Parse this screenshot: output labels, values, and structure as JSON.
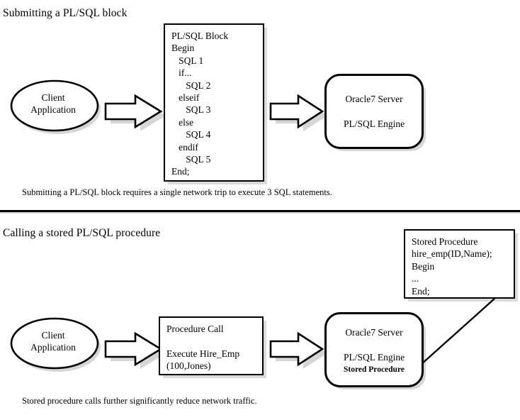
{
  "diagram": {
    "title_top": "Submitting a PL/SQL block",
    "title_bottom": "Calling a stored PL/SQL procedure",
    "caption_top": "Submitting a PL/SQL block requires a single network trip to execute 3 SQL statements.",
    "caption_bottom": "Stored procedure calls further significantly reduce network traffic.",
    "colors": {
      "stroke": "#000000",
      "fill": "#ffffff",
      "shadow": "#d6d6d6"
    }
  },
  "top_section": {
    "client": {
      "line1": "Client",
      "line2": "Application"
    },
    "arrow1": "block-arrow-right",
    "plsql_block": {
      "lines": [
        "PL/SQL Block",
        "Begin",
        "   SQL 1",
        "   if...",
        "      SQL 2",
        "   elseif",
        "      SQL 3",
        "   else",
        "      SQL 4",
        "   endif",
        "      SQL 5",
        "End;"
      ],
      "text": "PL/SQL Block\nBegin\n   SQL 1\n   if...\n      SQL 2\n   elseif\n      SQL 3\n   else\n      SQL 4\n   endif\n      SQL 5\nEnd;"
    },
    "arrow2": "block-arrow-right",
    "server": {
      "line1": "Oracle7 Server",
      "line2": "PL/SQL Engine"
    }
  },
  "bottom_section": {
    "client": {
      "line1": "Client",
      "line2": "Application"
    },
    "arrow1": "block-arrow-right",
    "procedure_call": {
      "line1": "Procedure Call",
      "line2": "Execute Hire_Emp",
      "line3": "(100,Jones)"
    },
    "arrow2": "block-arrow-right",
    "server": {
      "line1": "Oracle7 Server",
      "line2": "PL/SQL Engine",
      "line3": "Stored Procedure"
    },
    "stored_procedure": {
      "lines": [
        "Stored Procedure",
        "hire_emp(ID,Name);",
        "Begin",
        "...",
        "End;"
      ],
      "text": "Stored Procedure\nhire_emp(ID,Name);\nBegin\n...\nEnd;"
    },
    "connector": "diagonal-connector-line"
  }
}
